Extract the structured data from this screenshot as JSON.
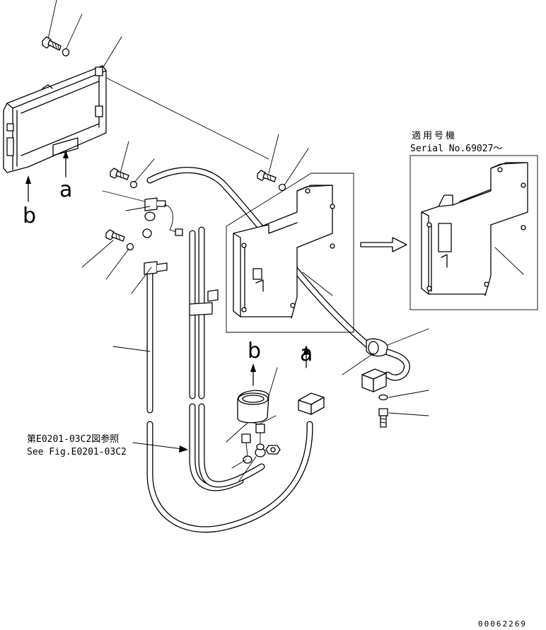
{
  "labels": {
    "a_top": "a",
    "b_top": "b",
    "a_bottom": "a",
    "b_bottom": "b"
  },
  "serial_note": {
    "line1": "適用号機",
    "line2": "Serial No.69027～"
  },
  "reference_note": {
    "line1": "第E0201-03C2図参照",
    "line2": "See Fig.E0201-03C2"
  },
  "drawing_number": "00062269"
}
